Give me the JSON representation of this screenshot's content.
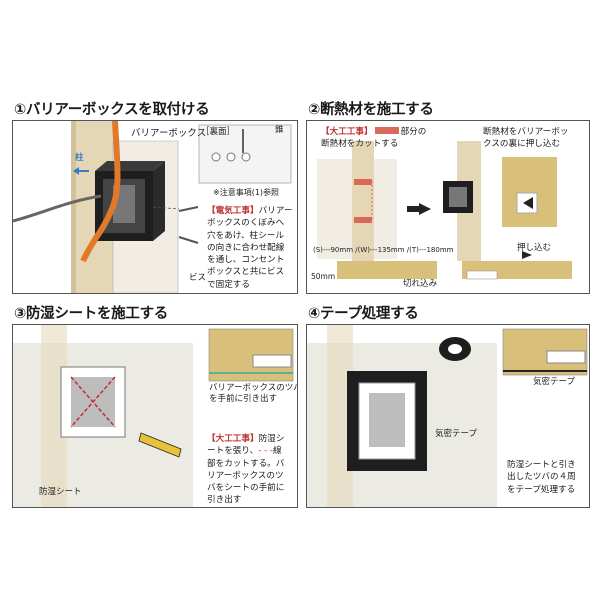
{
  "steps": [
    {
      "title": "①バリアーボックスを取付ける",
      "labels": {
        "box": "バリアーボックス",
        "back": "［裏面］",
        "awl": "錐",
        "ref": "※注意事項(1)参照",
        "pillar": "柱",
        "screw": "ビス"
      },
      "note": {
        "tag": "【電気工事】",
        "lines": [
          "バリアー",
          "ボックスのくぼみへ",
          "穴をあけ、柱シール",
          "の向きに合わせ配線",
          "を通し、コンセント",
          "ボックスと共にビス",
          "で固定する"
        ]
      }
    },
    {
      "title": "②断熱材を施工する",
      "note1": {
        "tag": "【大工工事】",
        "rest": "部分の",
        "line2": "断熱材をカットする"
      },
      "note2": [
        "断熱材をバリアーボッ",
        "クスの裏に押し込む"
      ],
      "dims": "(S)---90mm /(W)---135mm /(T)---180mm",
      "dim50": "50mm",
      "cut": "切れ込み",
      "push": "押し込む"
    },
    {
      "title": "③防湿シートを施工する",
      "flange_note": [
        "バリアーボックスのツバ",
        "を手前に引き出す"
      ],
      "note": {
        "tag": "【大工工事】",
        "lines": [
          "防湿シ",
          "ートを張り、",
          "部をカットする。バ",
          "リアーボックスのツ",
          "バをシートの手前に",
          "引き出す"
        ],
        "line2_suffix": "線"
      },
      "sheet": "防湿シート"
    },
    {
      "title": "④テープ処理する",
      "tape1": "気密テープ",
      "tape2": "気密テープ",
      "note": [
        "防湿シートと引き",
        "出したツバの４周",
        "をテープ処理する"
      ]
    }
  ],
  "colors": {
    "wood": "#e5d7b6",
    "insulation": "#d8c07a",
    "hatch": "#d96a5a",
    "box": "#1e1e1e",
    "orange": "#e07a2a",
    "sheet": "#ebebe4"
  }
}
